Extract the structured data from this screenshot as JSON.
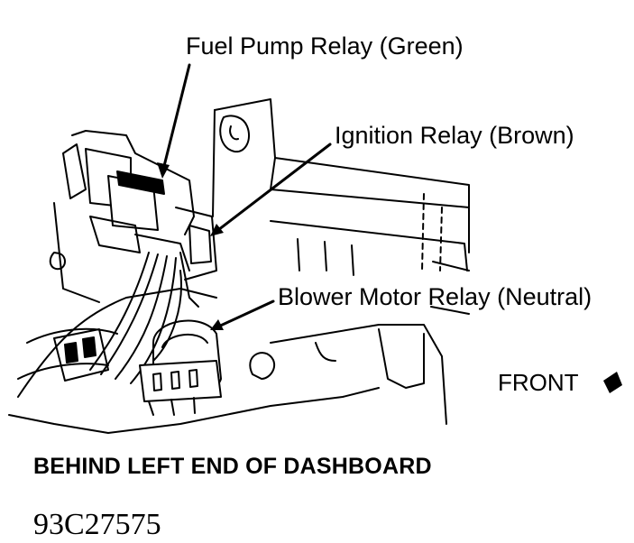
{
  "callouts": {
    "fuel_pump_relay": "Fuel Pump Relay (Green)",
    "ignition_relay": "Ignition Relay (Brown)",
    "blower_motor_relay": "Blower Motor Relay (Neutral)",
    "front": "FRONT"
  },
  "caption": "BEHIND LEFT END OF DASHBOARD",
  "figure_id": "93C27575",
  "colors": {
    "ink": "#000000",
    "paper": "#ffffff"
  }
}
